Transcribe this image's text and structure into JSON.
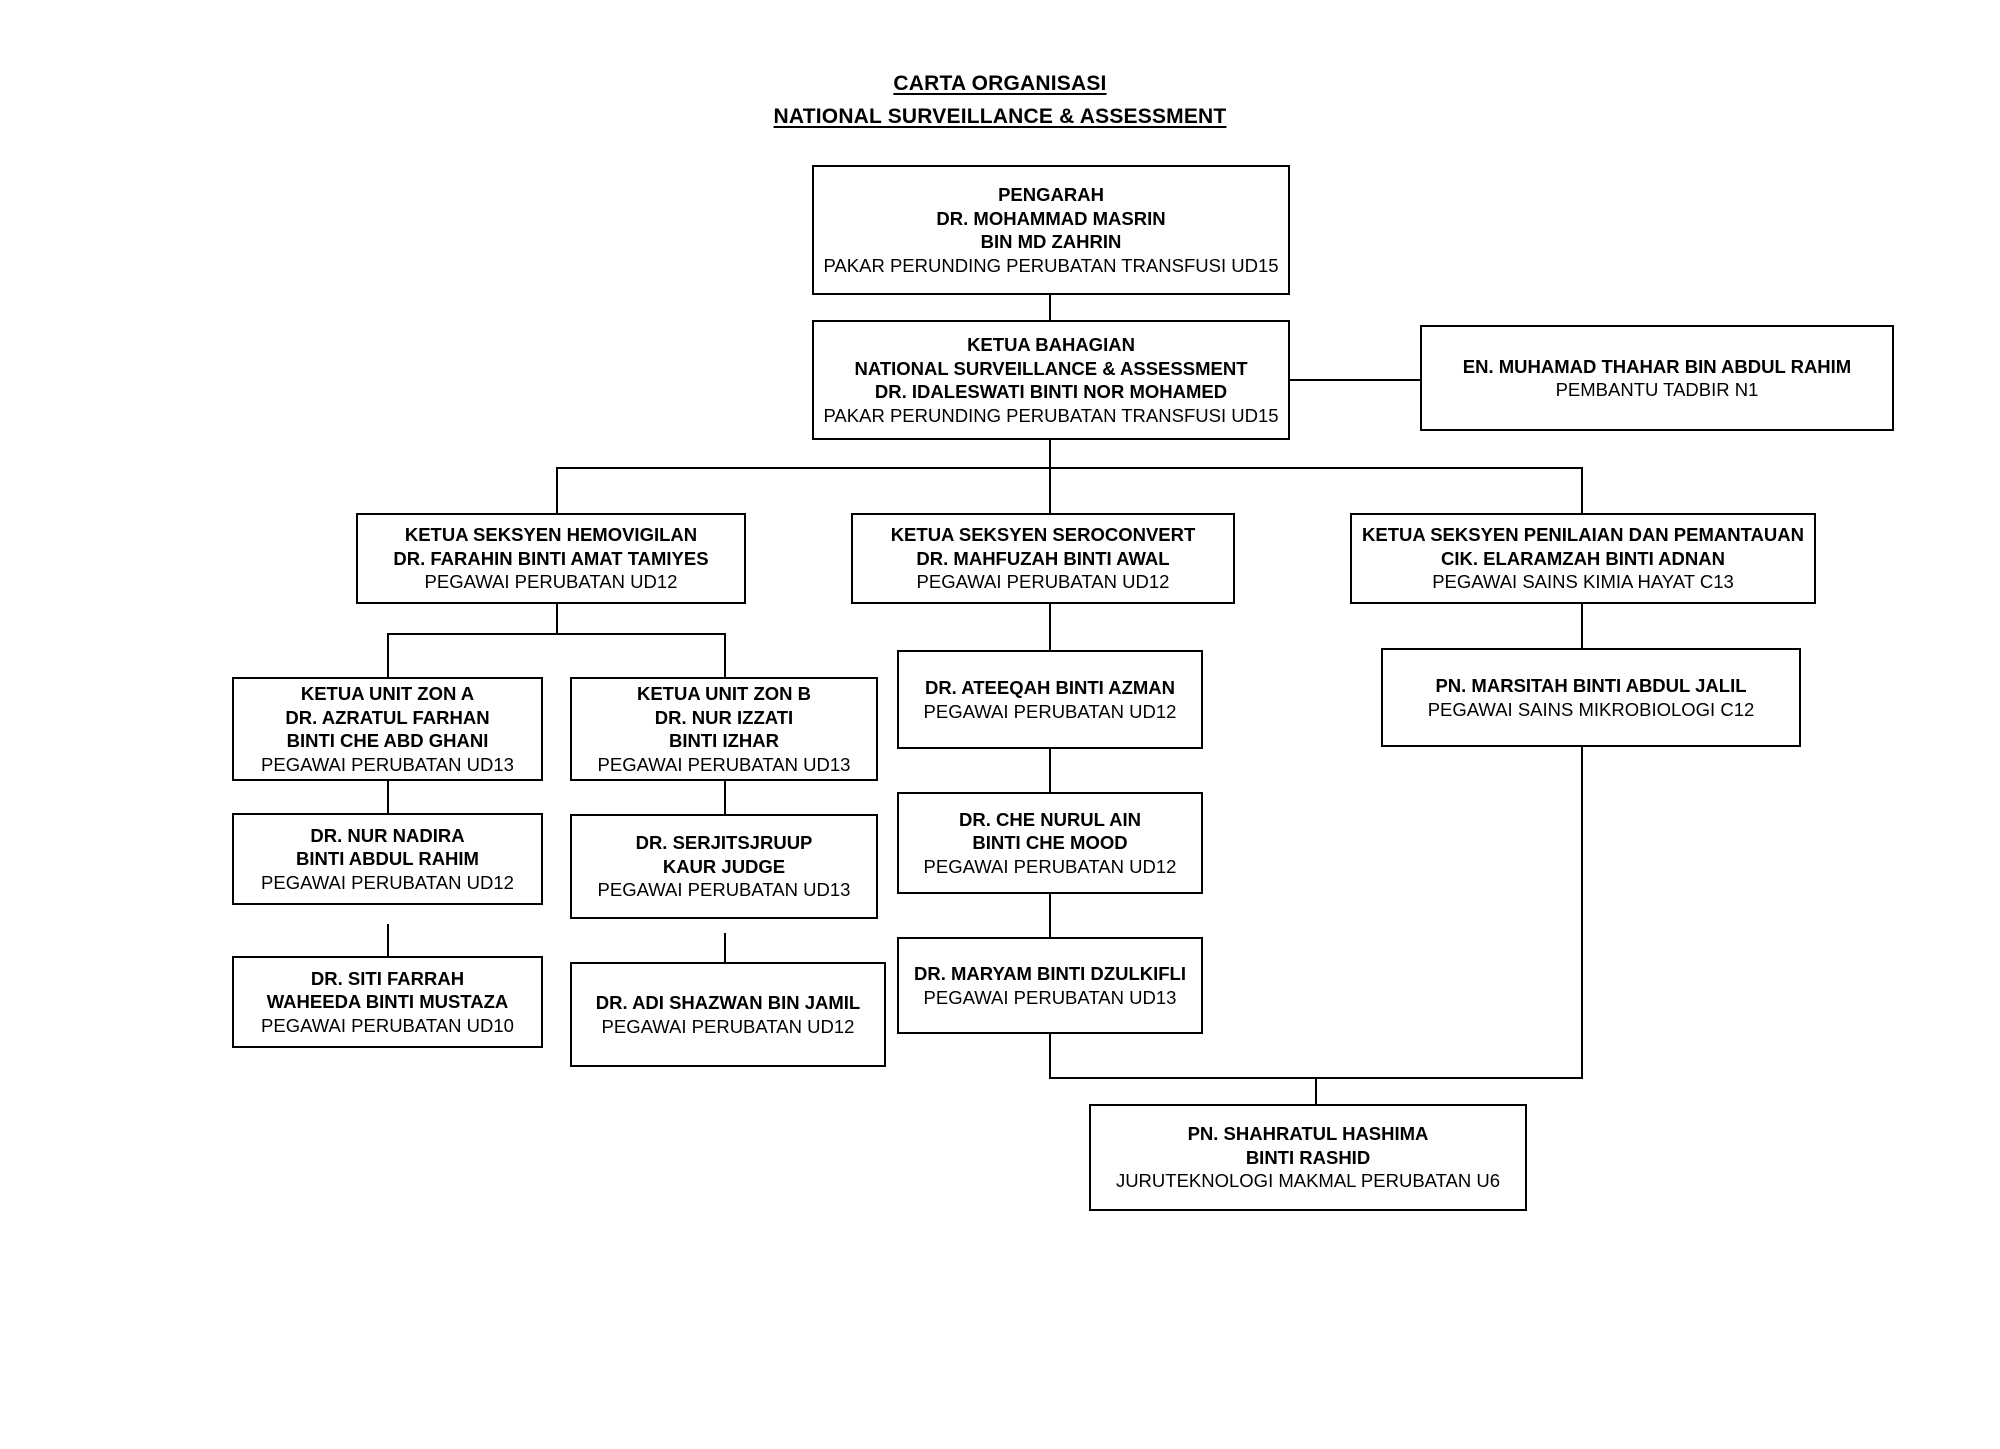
{
  "title": {
    "line1": "CARTA ORGANISASI",
    "line2": "NATIONAL SURVEILLANCE & ASSESSMENT"
  },
  "nodes": {
    "pengarah": {
      "role": "PENGARAH",
      "name1": "DR. MOHAMMAD MASRIN",
      "name2": "BIN MD ZAHRIN",
      "grade": "PAKAR PERUNDING PERUBATAN TRANSFUSI UD15"
    },
    "ketua_bahagian": {
      "role1": "KETUA BAHAGIAN",
      "role2": "NATIONAL SURVEILLANCE & ASSESSMENT",
      "name": "DR. IDALESWATI BINTI NOR MOHAMED",
      "grade": "PAKAR PERUNDING PERUBATAN TRANSFUSI UD15"
    },
    "pembantu_tadbir": {
      "name": "EN. MUHAMAD THAHAR BIN ABDUL RAHIM",
      "grade": "PEMBANTU TADBIR N1"
    },
    "seksyen_hemovigilan": {
      "role": "KETUA SEKSYEN HEMOVIGILAN",
      "name": "DR. FARAHIN BINTI AMAT TAMIYES",
      "grade": "PEGAWAI PERUBATAN UD12"
    },
    "seksyen_seroconvert": {
      "role": "KETUA SEKSYEN SEROCONVERT",
      "name": "DR. MAHFUZAH BINTI AWAL",
      "grade": "PEGAWAI PERUBATAN UD12"
    },
    "seksyen_penilaian": {
      "role": "KETUA SEKSYEN PENILAIAN DAN PEMANTAUAN",
      "name": "CIK. ELARAMZAH BINTI ADNAN",
      "grade": "PEGAWAI SAINS KIMIA HAYAT C13"
    },
    "unit_zon_a": {
      "role": "KETUA UNIT ZON A",
      "name1": "DR. AZRATUL FARHAN",
      "name2": "BINTI CHE ABD GHANI",
      "grade": "PEGAWAI PERUBATAN UD13"
    },
    "unit_zon_b": {
      "role": "KETUA UNIT ZON B",
      "name1": "DR. NUR IZZATI",
      "name2": "BINTI IZHAR",
      "grade": "PEGAWAI PERUBATAN UD13"
    },
    "nur_nadira": {
      "name1": "DR. NUR NADIRA",
      "name2": "BINTI ABDUL RAHIM",
      "grade": "PEGAWAI PERUBATAN UD12"
    },
    "siti_farrah": {
      "name1": "DR. SITI FARRAH",
      "name2": "WAHEEDA BINTI MUSTAZA",
      "grade": "PEGAWAI PERUBATAN UD10"
    },
    "serjitsjruup": {
      "name1": "DR. SERJITSJRUUP",
      "name2": "KAUR JUDGE",
      "grade": "PEGAWAI PERUBATAN UD13"
    },
    "adi_shazwan": {
      "name": "DR. ADI SHAZWAN BIN JAMIL",
      "grade": "PEGAWAI PERUBATAN UD12"
    },
    "ateeqah": {
      "name": "DR. ATEEQAH BINTI AZMAN",
      "grade": "PEGAWAI PERUBATAN UD12"
    },
    "che_nurul_ain": {
      "name1": "DR. CHE NURUL AIN",
      "name2": "BINTI CHE MOOD",
      "grade": "PEGAWAI PERUBATAN UD12"
    },
    "maryam": {
      "name": "DR. MARYAM BINTI DZULKIFLI",
      "grade": "PEGAWAI PERUBATAN UD13"
    },
    "marsitah": {
      "name": "PN. MARSITAH BINTI ABDUL JALIL",
      "grade": "PEGAWAI SAINS MIKROBIOLOGI C12"
    },
    "shahratul": {
      "name1": "PN. SHAHRATUL HASHIMA",
      "name2": "BINTI RASHID",
      "grade": "JURUTEKNOLOGI MAKMAL PERUBATAN U6"
    }
  }
}
